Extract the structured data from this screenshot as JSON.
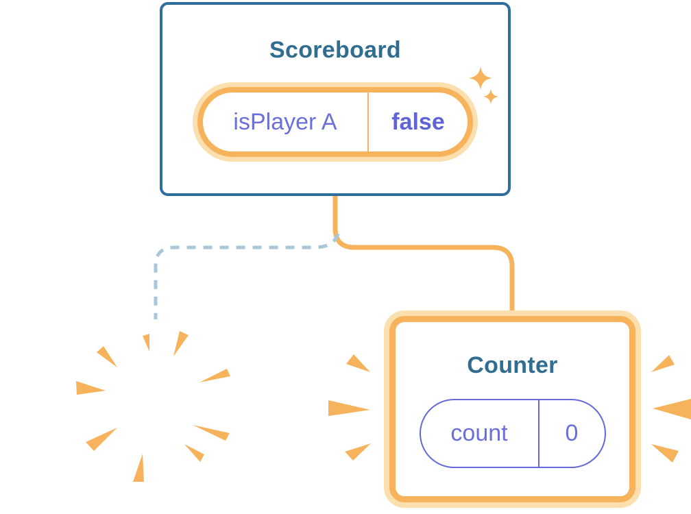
{
  "diagram": {
    "description": "Component tree diagram: Scoreboard parent keeps state while one child is destroyed and a new Counter child is created",
    "scoreboard_card": {
      "title": "Scoreboard",
      "state_pill": {
        "key": "isPlayer A",
        "value": "false"
      }
    },
    "counter_card": {
      "title": "Counter",
      "state_pill": {
        "key": "count",
        "value": "0"
      }
    },
    "destroyed_card": {
      "note": "blank tilted card with explosion burst rays, linked by dashed line"
    },
    "icons": {
      "sparkles": "sparkles-icon",
      "explosion_rays": "explosion-burst-icon",
      "emphasis_left": "burst-marks-left-icon",
      "emphasis_right": "burst-marks-right-icon"
    },
    "colors": {
      "background": "#ffffff",
      "card_border_blue": "#2e6e9d",
      "title_text_blue": "#306d90",
      "orange": "#f6b35c",
      "orange_halo": "#fbdfaf",
      "state_key_purple": "#6b6fdb",
      "state_value_purple": "#5f63d6",
      "counter_pill_border": "#6469da",
      "dashed_connector": "#a9c7db",
      "card_background": "#ffffff"
    }
  }
}
